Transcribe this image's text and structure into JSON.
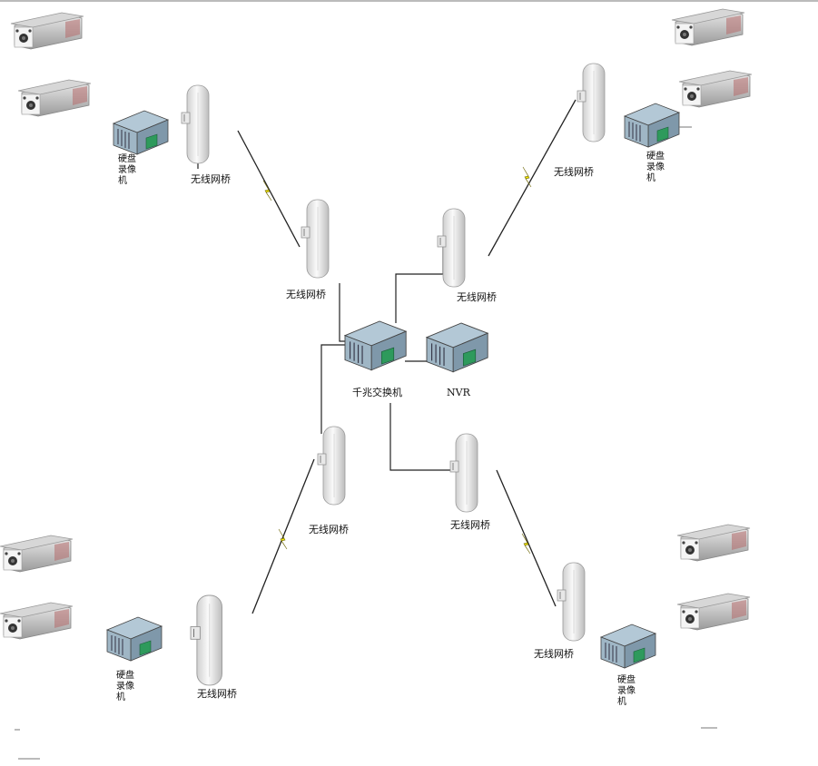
{
  "labels": {
    "bridge": "无线网桥",
    "switch": "千兆交换机",
    "nvr": "NVR",
    "dvr_line1": "硬盘",
    "dvr_line2": "录像",
    "dvr_line3": "机"
  },
  "colors": {
    "line": "#222222",
    "lightning": "#f2e600",
    "device_body": "#8aa9bd",
    "device_panel": "#c7d6e0",
    "camera_body": "#bdbdbd"
  },
  "icons": [
    "camera-icon",
    "antenna-icon",
    "dvr-icon",
    "switch-icon",
    "nvr-icon",
    "lightning-icon"
  ]
}
